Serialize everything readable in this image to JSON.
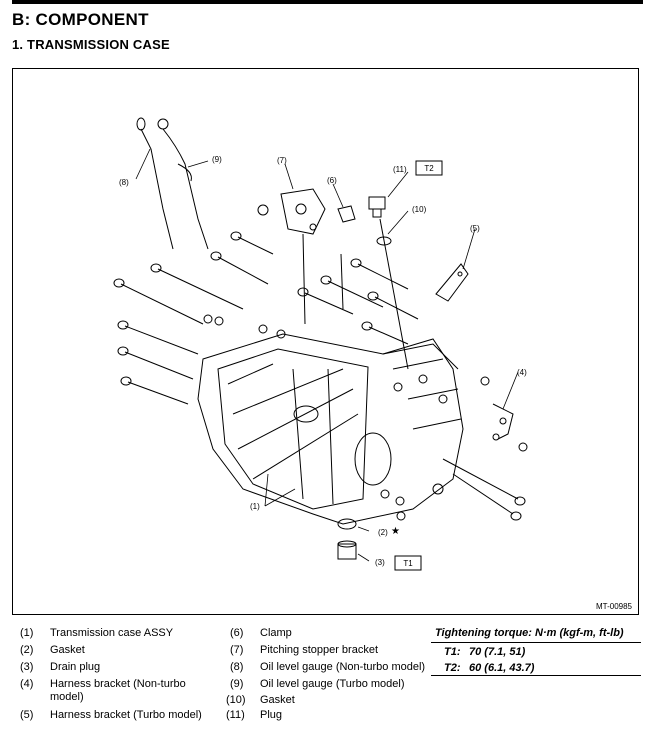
{
  "section_title": "B: COMPONENT",
  "subsection_title": "1. TRANSMISSION CASE",
  "figure": {
    "id": "MT-00985",
    "callouts": [
      "(1)",
      "(2)",
      "(3)",
      "(4)",
      "(5)",
      "(6)",
      "(7)",
      "(8)",
      "(9)",
      "(10)",
      "(11)"
    ],
    "torque_tags": [
      "T1",
      "T2"
    ],
    "star": "★"
  },
  "legend": [
    {
      "num": "(1)",
      "text": "Transmission case ASSY"
    },
    {
      "num": "(2)",
      "text": "Gasket"
    },
    {
      "num": "(3)",
      "text": "Drain plug"
    },
    {
      "num": "(4)",
      "text": "Harness bracket (Non-turbo",
      "text2": "model)"
    },
    {
      "num": "(5)",
      "text": "Harness bracket (Turbo model)"
    },
    {
      "num": "(6)",
      "text": "Clamp"
    },
    {
      "num": "(7)",
      "text": "Pitching stopper bracket"
    },
    {
      "num": "(8)",
      "text": "Oil level gauge (Non-turbo model)"
    },
    {
      "num": "(9)",
      "text": "Oil level gauge (Turbo model)"
    },
    {
      "num": "(10)",
      "text": "Gasket"
    },
    {
      "num": "(11)",
      "text": "Plug"
    }
  ],
  "torque": {
    "header": "Tightening torque: N·m (kgf-m, ft-lb)",
    "rows": [
      {
        "label": "T1:",
        "value": "70 (7.1, 51)"
      },
      {
        "label": "T2:",
        "value": "60 (6.1, 43.7)"
      }
    ]
  }
}
